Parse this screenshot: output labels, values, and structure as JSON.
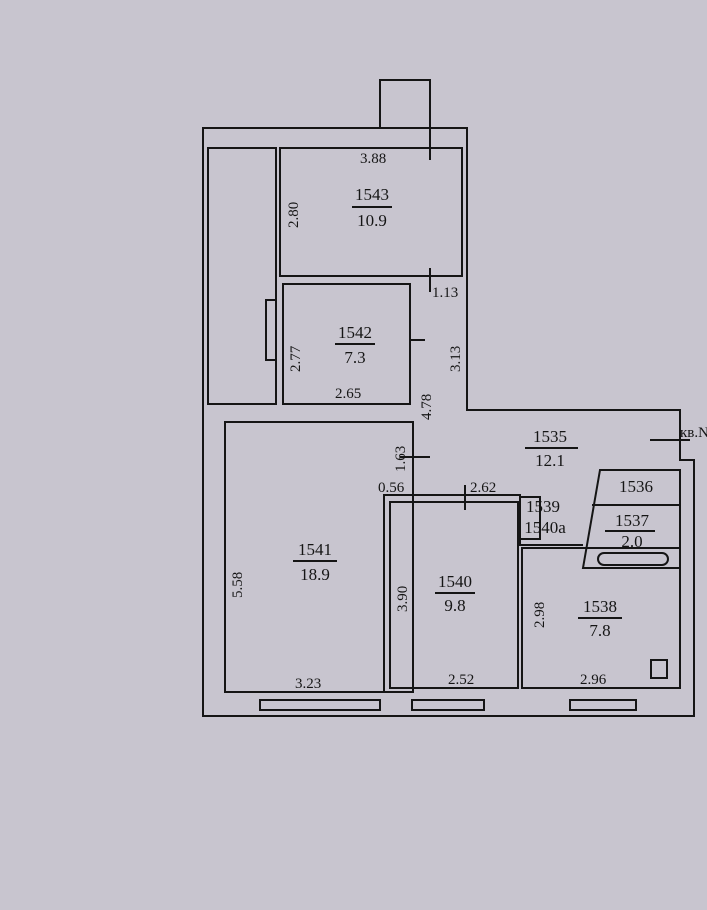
{
  "rooms": {
    "r1543": {
      "number": "1543",
      "area": "10.9"
    },
    "r1542": {
      "number": "1542",
      "area": "7.3"
    },
    "r1541": {
      "number": "1541",
      "area": "18.9"
    },
    "r1540": {
      "number": "1540",
      "area": "9.8"
    },
    "r1535": {
      "number": "1535",
      "area": "12.1"
    },
    "r1538": {
      "number": "1538",
      "area": "7.8"
    },
    "r1537": {
      "number": "1537",
      "area": "2.0"
    },
    "r1536": {
      "number": "1536"
    },
    "r1539": {
      "number": "1539"
    },
    "r1540a": {
      "number": "1540а"
    }
  },
  "dimensions": {
    "d388": "3.88",
    "d280": "2.80",
    "d113": "1.13",
    "d277": "2.77",
    "d265": "2.65",
    "d478": "4.78",
    "d313": "3.13",
    "d163": "1.63",
    "d056": "0.56",
    "d262": "2.62",
    "d558": "5.58",
    "d390": "3.90",
    "d298": "2.98",
    "d323": "3.23",
    "d252": "2.52",
    "d296": "2.96"
  },
  "apartment_label": "кв.N"
}
